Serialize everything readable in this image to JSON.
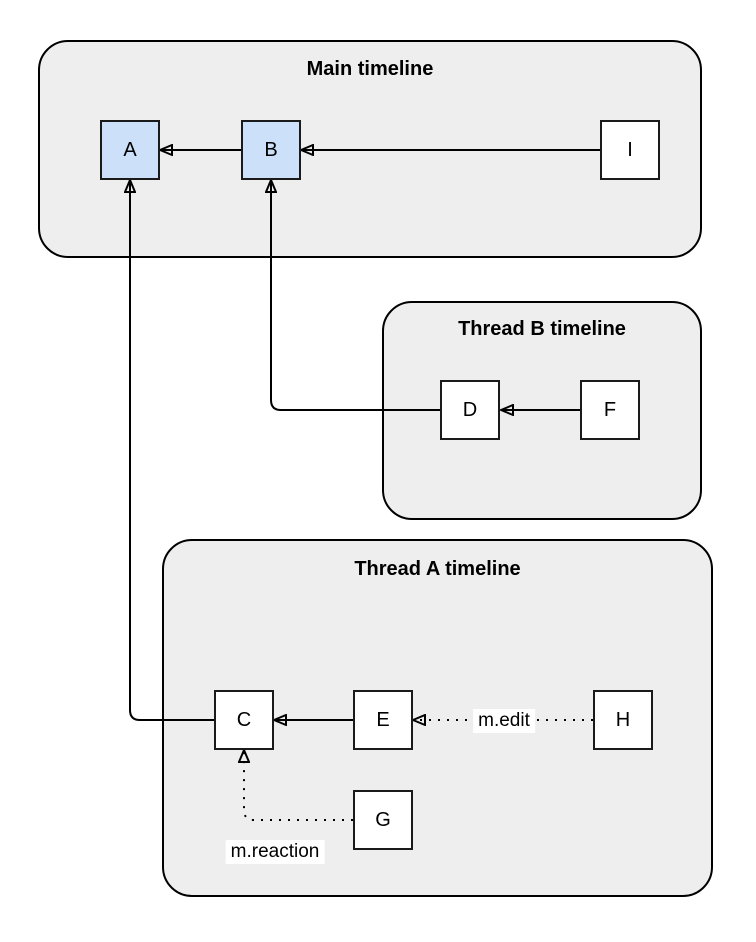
{
  "diagram": {
    "containers": [
      {
        "id": "main",
        "title": "Main timeline"
      },
      {
        "id": "thread-b",
        "title": "Thread B timeline"
      },
      {
        "id": "thread-a",
        "title": "Thread A timeline"
      }
    ],
    "nodes": [
      {
        "id": "A",
        "label": "A",
        "container": "main",
        "highlighted": true
      },
      {
        "id": "B",
        "label": "B",
        "container": "main",
        "highlighted": true
      },
      {
        "id": "I",
        "label": "I",
        "container": "main",
        "highlighted": false
      },
      {
        "id": "D",
        "label": "D",
        "container": "thread-b",
        "highlighted": false
      },
      {
        "id": "F",
        "label": "F",
        "container": "thread-b",
        "highlighted": false
      },
      {
        "id": "C",
        "label": "C",
        "container": "thread-a",
        "highlighted": false
      },
      {
        "id": "E",
        "label": "E",
        "container": "thread-a",
        "highlighted": false
      },
      {
        "id": "H",
        "label": "H",
        "container": "thread-a",
        "highlighted": false
      },
      {
        "id": "G",
        "label": "G",
        "container": "thread-a",
        "highlighted": false
      }
    ],
    "edges": [
      {
        "from": "B",
        "to": "A",
        "style": "solid",
        "label": ""
      },
      {
        "from": "I",
        "to": "B",
        "style": "solid",
        "label": ""
      },
      {
        "from": "F",
        "to": "D",
        "style": "solid",
        "label": ""
      },
      {
        "from": "D",
        "to": "B",
        "style": "solid",
        "label": ""
      },
      {
        "from": "C",
        "to": "A",
        "style": "solid",
        "label": ""
      },
      {
        "from": "E",
        "to": "C",
        "style": "solid",
        "label": ""
      },
      {
        "from": "H",
        "to": "E",
        "style": "dotted",
        "label": "m.edit"
      },
      {
        "from": "G",
        "to": "C",
        "style": "dotted",
        "label": "m.reaction"
      }
    ],
    "colors": {
      "container_fill": "#eeeeee",
      "container_stroke": "#000000",
      "node_fill": "#ffffff",
      "node_stroke": "#1a1a1a",
      "highlighted_node_fill": "#cce0fa",
      "edge_color": "#000000",
      "edge_label_background": "#ffffff",
      "text_color": "#000000"
    }
  }
}
